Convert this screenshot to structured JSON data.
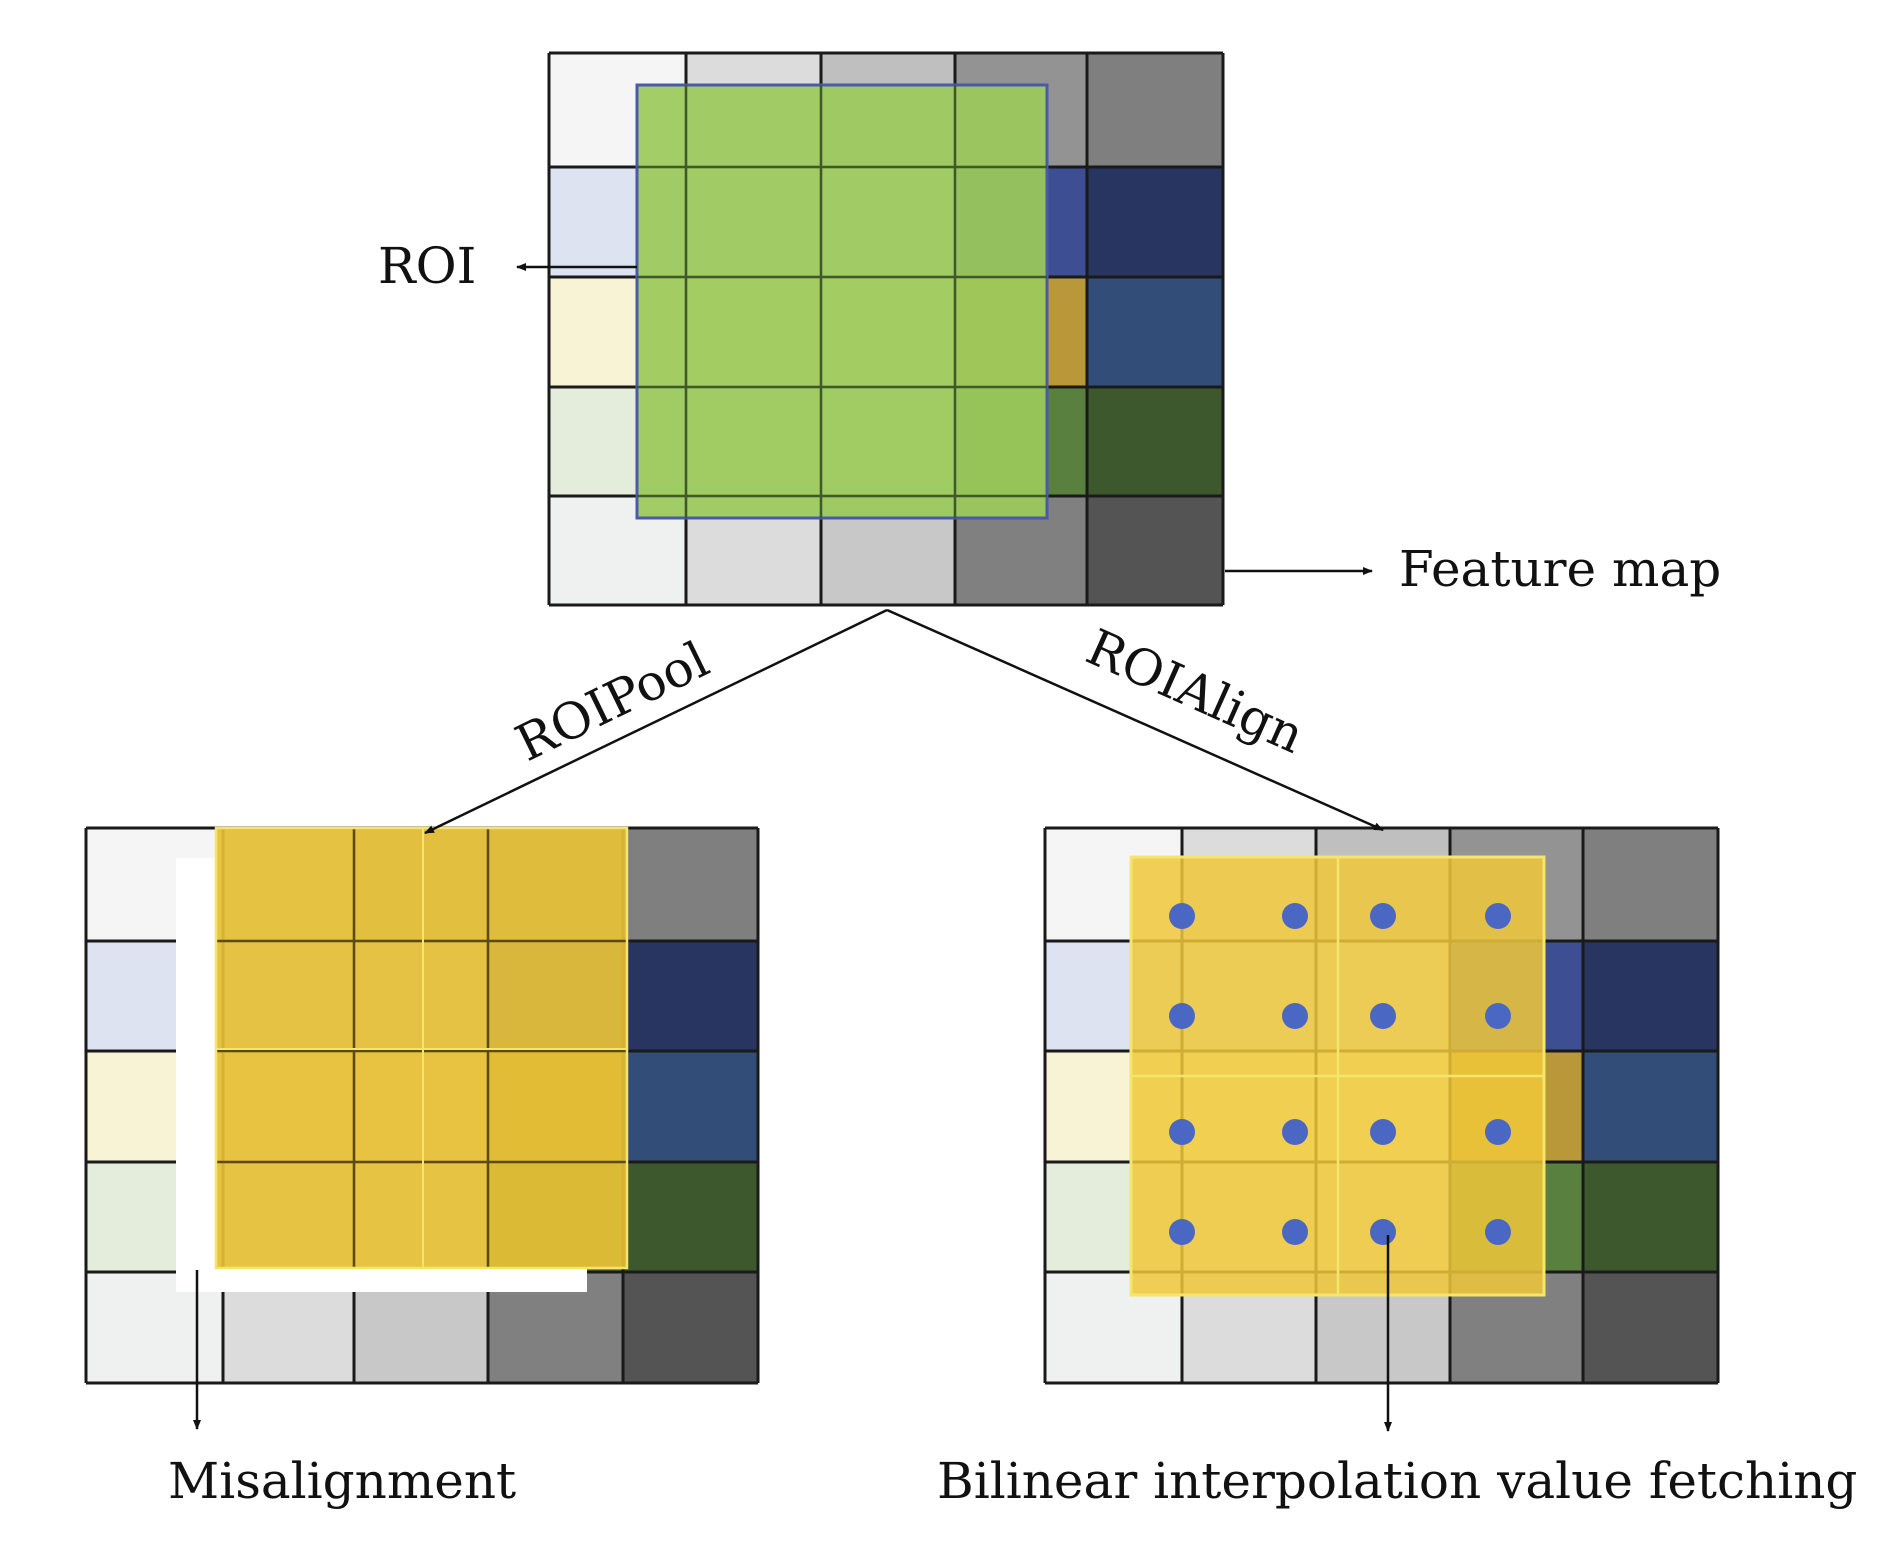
{
  "labels": {
    "roi": "ROI",
    "feature_map": "Feature map",
    "roipool": "ROIPool",
    "roialign": "ROIAlign",
    "misalignment": "Misalignment",
    "bilinear": "Bilinear interpolation value fetching"
  },
  "feature_map": {
    "rows": 5,
    "cols": 5,
    "cell_colors": [
      [
        "#f4f5f4",
        "#dcdcdc",
        "#bfbfbf",
        "#939393",
        "#7f7f7f"
      ],
      [
        "#dee3f2",
        "#dee3f2",
        "#dee3f2",
        "#3d4f92",
        "#283560"
      ],
      [
        "#f8f3d5",
        "#f8f3d5",
        "#f8f3d5",
        "#b89838",
        "#324d78"
      ],
      [
        "#e4ecdc",
        "#e4ecdc",
        "#e4ecdc",
        "#5a8040",
        "#3e582d"
      ],
      [
        "#eff0f0",
        "#dcdcdc",
        "#c8c8c8",
        "#808080",
        "#545454"
      ]
    ]
  },
  "overlays": {
    "roi_color": "#9cc95a",
    "roi_border": "#4a5aa8",
    "pool_color": "#e6bf35",
    "align_color": "#f0c83a",
    "sample_point_color": "#4a67c4",
    "misalignment_color": "#ffffff"
  },
  "roialign": {
    "sample_grid": [
      4,
      4
    ]
  }
}
